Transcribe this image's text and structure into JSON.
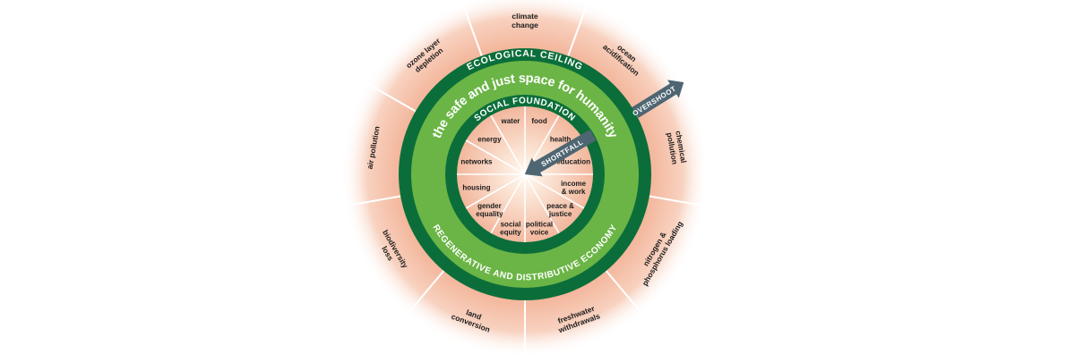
{
  "diagram": {
    "title": "Doughnut of social and planetary boundaries",
    "colors": {
      "dark_green": "#0b6e3a",
      "light_green": "#6ab545",
      "halo_pink": "#f3b59a",
      "center_glow": "#fff8f0",
      "arrow_slate": "#4e6672",
      "divider": "#ffffff",
      "label_text": "#1c1c1c"
    },
    "ring_labels": {
      "ecological_ceiling": "ECOLOGICAL CEILING",
      "safe_space": "the safe and just space for humanity",
      "social_foundation": "SOCIAL FOUNDATION",
      "economy": "REGENERATIVE AND DISTRIBUTIVE ECONOMY"
    },
    "arrows": {
      "overshoot": "OVERSHOOT",
      "shortfall": "SHORTFALL"
    },
    "ecological_dimensions": [
      {
        "lines": [
          "climate",
          "change"
        ]
      },
      {
        "lines": [
          "ocean",
          "acidification"
        ]
      },
      {
        "lines": [
          "chemical",
          "pollution"
        ]
      },
      {
        "lines": [
          "nitrogen &",
          "phosphorus loading"
        ]
      },
      {
        "lines": [
          "freshwater",
          "withdrawals"
        ]
      },
      {
        "lines": [
          "land",
          "conversion"
        ]
      },
      {
        "lines": [
          "biodiversity",
          "loss"
        ]
      },
      {
        "lines": [
          "air pollution"
        ]
      },
      {
        "lines": [
          "ozone layer",
          "depletion"
        ]
      }
    ],
    "social_dimensions": [
      {
        "lines": [
          "food"
        ]
      },
      {
        "lines": [
          "health"
        ]
      },
      {
        "lines": [
          "education"
        ]
      },
      {
        "lines": [
          "income",
          "& work"
        ]
      },
      {
        "lines": [
          "peace &",
          "justice"
        ]
      },
      {
        "lines": [
          "political",
          "voice"
        ]
      },
      {
        "lines": [
          "social",
          "equity"
        ]
      },
      {
        "lines": [
          "gender",
          "equality"
        ]
      },
      {
        "lines": [
          "housing"
        ]
      },
      {
        "lines": [
          "networks"
        ]
      },
      {
        "lines": [
          "energy"
        ]
      },
      {
        "lines": [
          "water"
        ]
      }
    ]
  }
}
